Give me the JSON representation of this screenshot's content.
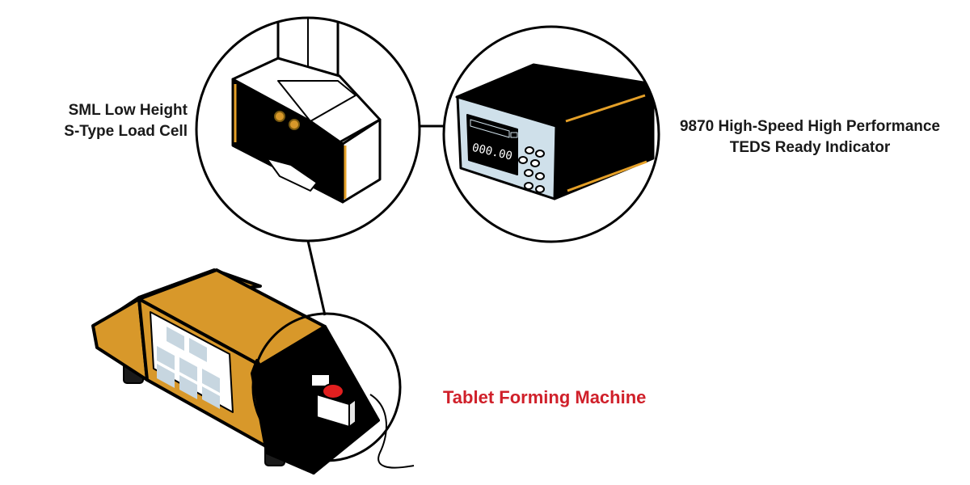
{
  "labels": {
    "load_cell_line1": "SML Low Height",
    "load_cell_line2": "S-Type Load Cell",
    "indicator_line1": "9870 High-Speed High Performance",
    "indicator_line2": "TEDS Ready Indicator",
    "machine": "Tablet Forming Machine"
  },
  "indicator_display": "000.00",
  "colors": {
    "machine_body": "#d8982a",
    "accent_orange": "#e5a028",
    "panel_black": "#000000",
    "window_glass": "#c7d6e0",
    "indicator_face": "#cfe0ea",
    "button_red": "#e21f1f",
    "label_red": "#d0202a",
    "label_text": "#1a1a1a"
  },
  "icons": {
    "load_cell": "s-type-load-cell-icon",
    "indicator": "digital-indicator-icon",
    "machine": "tablet-press-machine-icon"
  }
}
